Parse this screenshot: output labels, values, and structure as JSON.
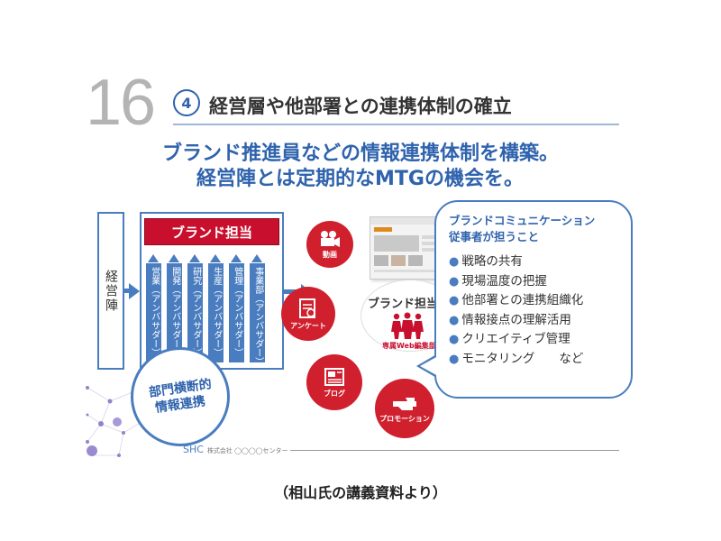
{
  "slide": {
    "number": "16",
    "step": "4",
    "heading": "経営層や他部署との連携体制の確立",
    "subheading_line1": "ブランド推進員などの情報連携体制を構築。",
    "subheading_line2": "経営陣とは定期的なMTGの機会を。"
  },
  "diagram": {
    "management": "経営陣",
    "brand_owner": "ブランド担当",
    "departments": [
      "営業（アンバサダー）",
      "開発（アンバサダー）",
      "研究（アンバサダー）",
      "生産（アンバサダー）",
      "管理（アンバサダー）",
      "事業部（アンバサダー）"
    ],
    "cross_line1": "部門横断的",
    "cross_line2": "情報連携",
    "channels": {
      "video": "動画",
      "survey": "アンケート",
      "blog": "ブログ",
      "promotion": "プロモーション"
    },
    "hub_title": "ブランド担当",
    "hub_badge": "専属Web編集部"
  },
  "bubble": {
    "title_line1": "ブランドコミュニケーション",
    "title_line2": "従事者が担うこと",
    "items": [
      "戦略の共有",
      "現場温度の把握",
      "他部署との連携組織化",
      "情報接点の理解活用",
      "クリエイティブ管理",
      "モニタリング　　など"
    ]
  },
  "footer": {
    "logo": "SHC",
    "company": "株式会社 ◯◯◯◯センター"
  },
  "caption": "（相山氏の講義資料より）",
  "colors": {
    "accent_blue": "#2f63ad",
    "diagram_blue": "#4a7dbf",
    "brand_red": "#c8102e",
    "channel_red": "#d0202e"
  }
}
